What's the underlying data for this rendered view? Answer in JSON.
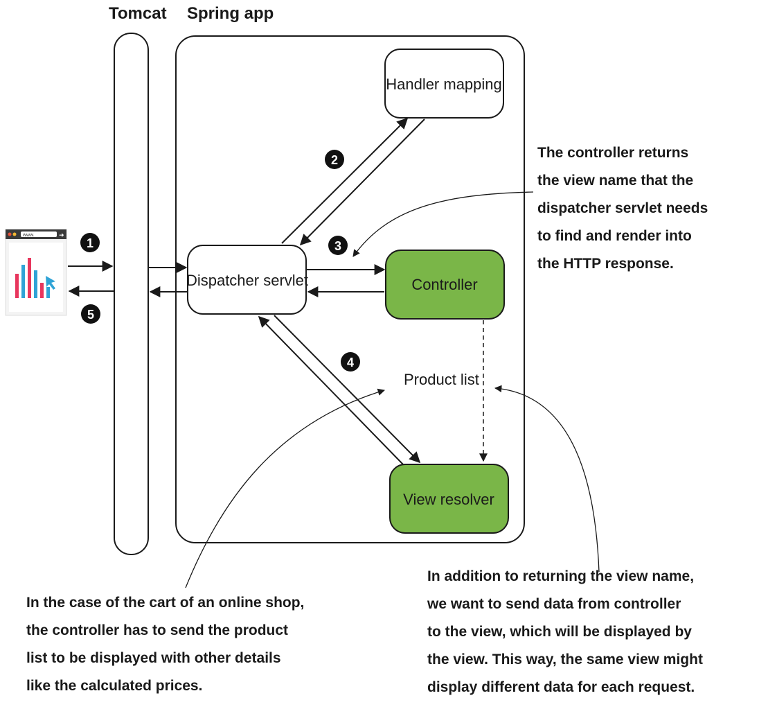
{
  "headers": {
    "tomcat": "Tomcat",
    "spring_app": "Spring app"
  },
  "boxes": {
    "handler_mapping": "Handler mapping",
    "dispatcher_servlet": "Dispatcher servlet",
    "controller": "Controller",
    "view_resolver": "View resolver"
  },
  "labels": {
    "product_list": "Product list"
  },
  "steps": [
    "1",
    "2",
    "3",
    "4",
    "5"
  ],
  "browser": {
    "address": "www."
  },
  "notes": {
    "controller_returns": [
      "The controller returns",
      "the view name that the",
      "dispatcher servlet needs",
      "to find and render into",
      "the HTTP response."
    ],
    "cart_case": [
      "In the case of the cart of an online shop,",
      "the controller has to send the product",
      "list to be displayed with other details",
      "like the calculated prices."
    ],
    "additional_data": [
      "In addition to returning the view name,",
      "we want to send data from controller",
      "to the view, which will be displayed by",
      "the view. This way, the same view might",
      "display different data for each request."
    ]
  },
  "colors": {
    "green_box": "#7ab648",
    "stroke": "#1a1a1a"
  }
}
